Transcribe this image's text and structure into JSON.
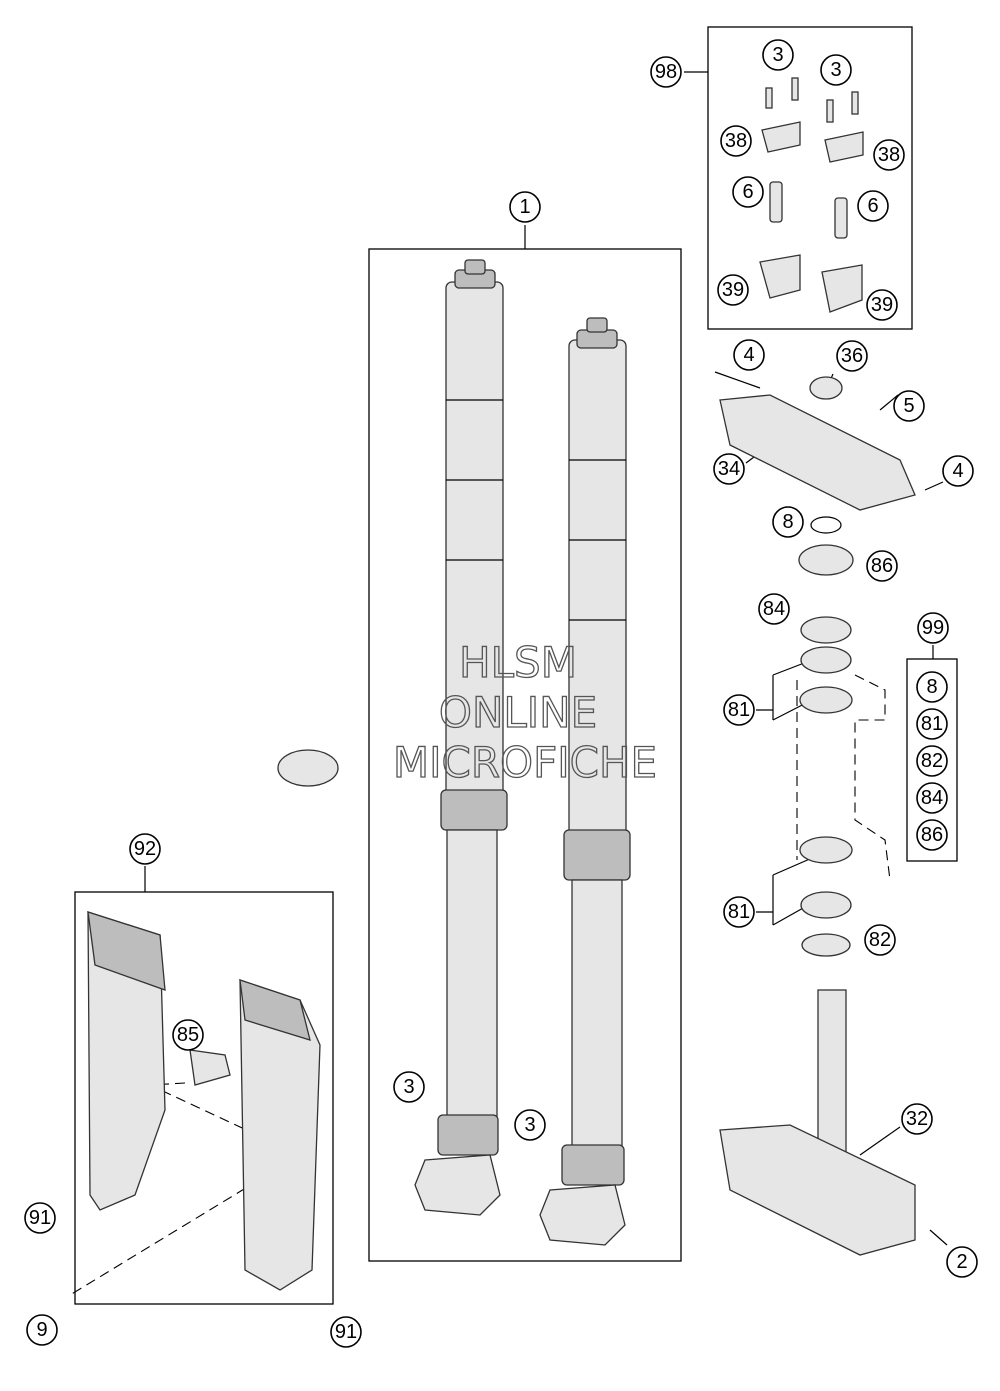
{
  "callouts": {
    "c1": "1",
    "c2": "2",
    "c3a": "3",
    "c3b": "3",
    "c3c": "3",
    "c3d": "3",
    "c4a": "4",
    "c4b": "4",
    "c5": "5",
    "c6a": "6",
    "c6b": "6",
    "c8a": "8",
    "c8b": "8",
    "c9": "9",
    "c32": "32",
    "c34": "34",
    "c36": "36",
    "c38a": "38",
    "c38b": "38",
    "c39a": "39",
    "c39b": "39",
    "c81a": "81",
    "c81b": "81",
    "c81c": "81",
    "c82a": "82",
    "c82b": "82",
    "c84a": "84",
    "c84b": "84",
    "c85": "85",
    "c86a": "86",
    "c86b": "86",
    "c91a": "91",
    "c91b": "91",
    "c92": "92",
    "c98": "98",
    "c99": "99"
  },
  "watermark": {
    "line1": "HLSM",
    "line2": "ONLINE",
    "line3": "MICROFICHE"
  }
}
